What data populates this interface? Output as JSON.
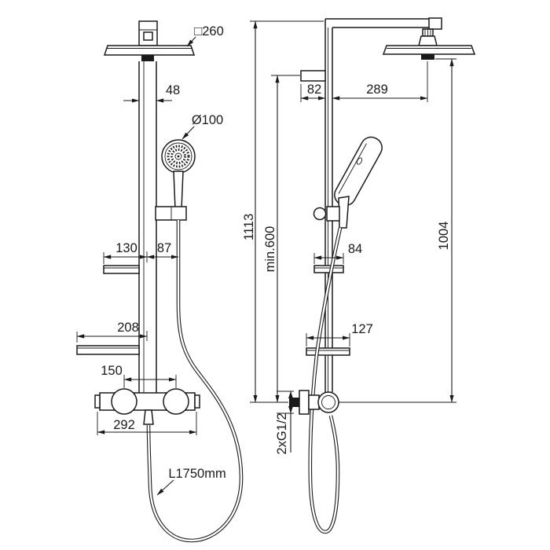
{
  "colors": {
    "line": "#1a1a1a",
    "background": "#ffffff"
  },
  "views": {
    "front": {
      "dims": {
        "head_size": "□260",
        "arm_width": "48",
        "handset_diameter": "Ø100",
        "upper_shelf": "130",
        "hose_offset": "87",
        "lower_shelf": "208",
        "handle_spacing": "150",
        "mixer_width": "292",
        "hose_length": "L1750mm"
      }
    },
    "side": {
      "dims": {
        "bracket_depth": "82",
        "head_reach": "289",
        "total_height": "1113",
        "min_height": "min.600",
        "head_height": "1004",
        "upper_shelf_depth": "84",
        "lower_shelf_depth": "127",
        "connections": "2xG1/2"
      }
    }
  }
}
